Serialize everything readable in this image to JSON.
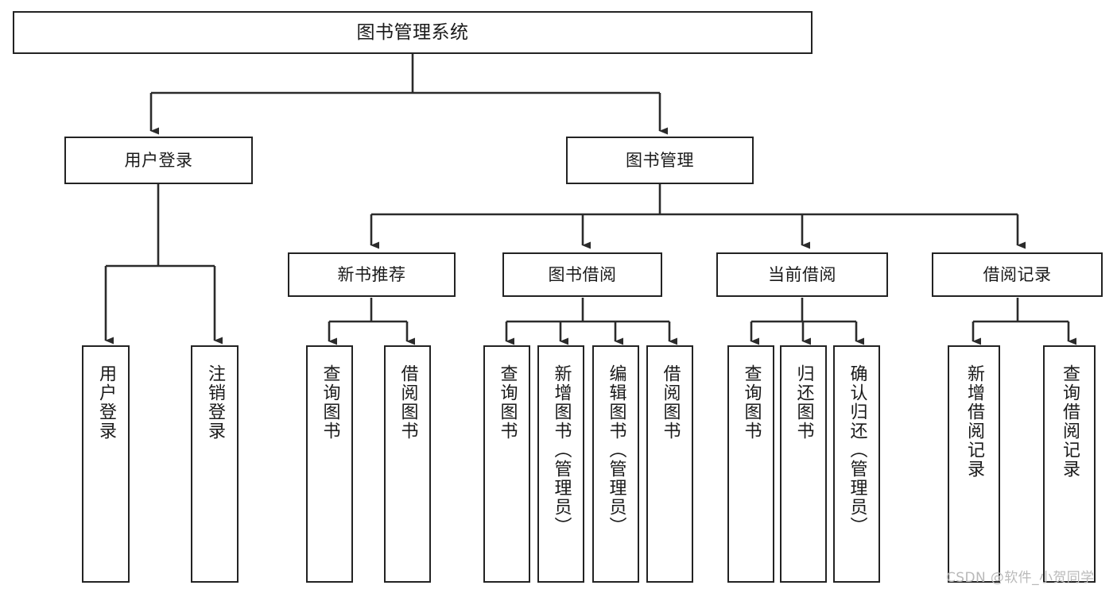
{
  "diagram": {
    "type": "tree-hierarchy-chart",
    "title": "图书管理系统",
    "watermark": "CSDN @软件_小贺同学",
    "colors": {
      "stroke": "#232323",
      "fill": "#ffffff",
      "text": "#1a1a1a",
      "watermark": "#b9b9b9"
    },
    "nodes": {
      "root": {
        "label": "图书管理系统"
      },
      "level2": [
        {
          "label": "用户登录"
        },
        {
          "label": "图书管理"
        }
      ],
      "level3": [
        {
          "label": "新书推荐"
        },
        {
          "label": "图书借阅"
        },
        {
          "label": "当前借阅"
        },
        {
          "label": "借阅记录"
        }
      ],
      "leaves": {
        "user_login": [
          {
            "label": "用户登录"
          },
          {
            "label": "注销登录"
          }
        ],
        "new_book_recommend": [
          {
            "label": "查询图书"
          },
          {
            "label": "借阅图书"
          }
        ],
        "book_borrow": [
          {
            "label": "查询图书"
          },
          {
            "label": "新增图书（管理员）"
          },
          {
            "label": "编辑图书（管理员）"
          },
          {
            "label": "借阅图书"
          }
        ],
        "current_borrow": [
          {
            "label": "查询图书"
          },
          {
            "label": "归还图书"
          },
          {
            "label": "确认归还（管理员）"
          }
        ],
        "borrow_record": [
          {
            "label": "新增借阅记录"
          },
          {
            "label": "查询借阅记录"
          }
        ]
      }
    }
  }
}
